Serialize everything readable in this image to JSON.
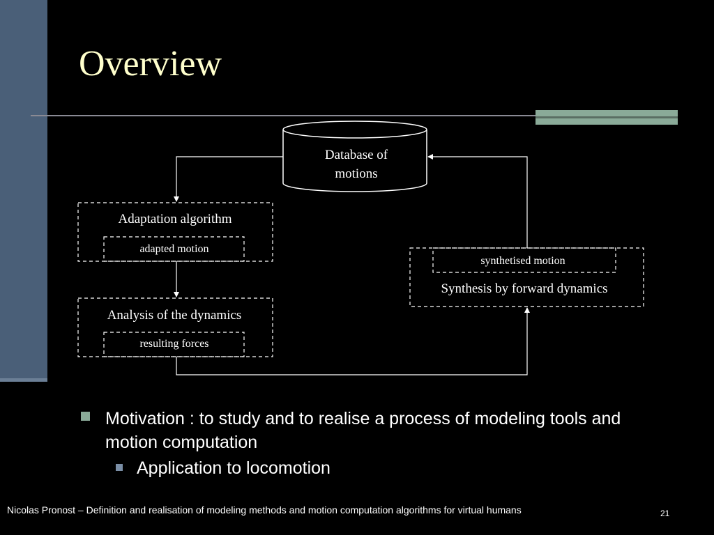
{
  "slide": {
    "title": "Overview",
    "footer": "Nicolas Pronost – Definition and realisation of modeling methods and motion computation algorithms for virtual humans",
    "page_number": "21"
  },
  "diagram": {
    "database_line1": "Database of",
    "database_line2": "motions",
    "adaptation_label": "Adaptation algorithm",
    "adapted_motion": "adapted motion",
    "analysis_label": "Analysis of  the dynamics",
    "resulting_forces": "resulting forces",
    "synthesis_label": "Synthesis by forward dynamics",
    "synthetised_motion": "synthetised motion"
  },
  "bullets": [
    {
      "text": "Motivation : to study and to realise a process of modeling tools and motion computation"
    },
    {
      "text": "Application to locomotion"
    }
  ],
  "colors": {
    "title": "#ffffcc",
    "accent": "#8aaa98",
    "sidebar": "#4a5f78"
  }
}
